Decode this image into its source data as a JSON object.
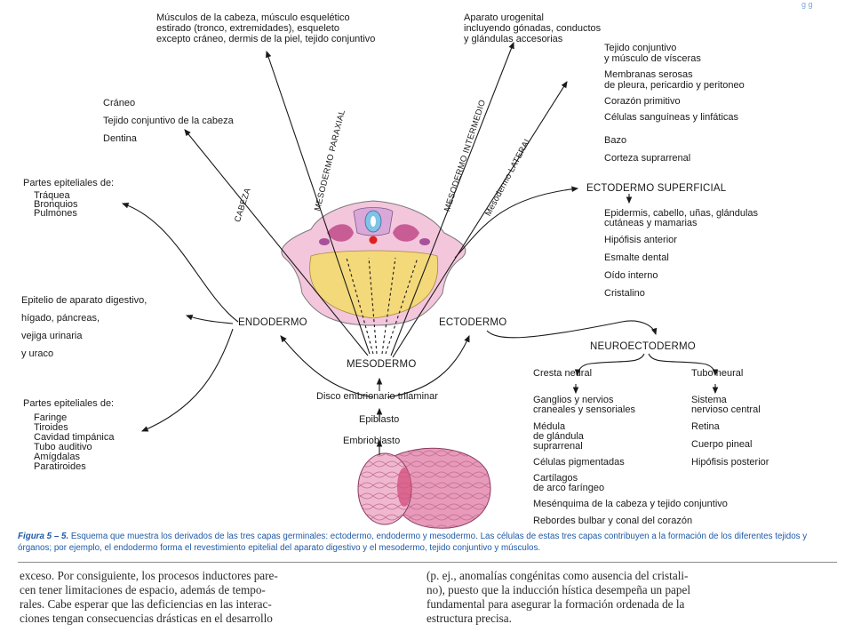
{
  "corner_mark": "g g",
  "top_left": {
    "muscles": [
      "Músculos de la cabeza, músculo esquelético",
      "estirado (tronco, extremidades), esqueleto",
      "excepto cráneo, dermis de la piel, tejido conjuntivo"
    ],
    "head": [
      "Cráneo",
      "Tejido conjuntivo de la cabeza",
      "Dentina"
    ]
  },
  "top_right": {
    "urogenital": [
      "Aparato urogenital",
      "incluyendo gónadas, conductos",
      "y glándulas accesorias"
    ],
    "lateral": [
      "Tejido conjuntivo",
      "y músculo de vísceras",
      "Membranas serosas",
      "de pleura, pericardio y peritoneo",
      "Corazón primitivo",
      "Células sanguíneas y linfáticas",
      "Bazo",
      "Corteza suprarrenal"
    ]
  },
  "left": {
    "respiratory": [
      "Partes epiteliales de:",
      "Tráquea",
      "Bronquios",
      "Pulmones"
    ],
    "digestive": [
      "Epitelio de aparato digestivo,",
      "hígado, páncreas,",
      "vejiga urinaria",
      "y uraco"
    ],
    "pharyngeal": [
      "Partes epiteliales de:",
      "Faringe",
      "Tiroides",
      "Cavidad timpánica",
      "Tubo auditivo",
      "Amígdalas",
      "Paratiroides"
    ]
  },
  "rotated": {
    "cabeza": "CABEZA",
    "paraxial": "MESODERMO PARAXIAL",
    "intermedio": "MESODERMO INTERMEDIO",
    "lateral": "Mesodermo LATERAL"
  },
  "center": {
    "endodermo": "ENDODERMO",
    "ectodermo": "ECTODERMO",
    "mesodermo": "MESODERMO",
    "disco": "Disco embrionario trilaminar",
    "epiblasto": "Epiblasto",
    "embrioblasto": "Embrioblasto"
  },
  "ectodermo_superficial": {
    "title": "ECTODERMO SUPERFICIAL",
    "items": [
      "Epidermis, cabello, uñas, glándulas",
      "cutáneas y mamarias",
      "Hipófisis anterior",
      "Esmalte dental",
      "Oído interno",
      "Cristalino"
    ]
  },
  "neuroectodermo": {
    "title": "NEUROECTODERMO",
    "cresta": "Cresta neural",
    "tubo": "Tubo neural",
    "cresta_items": [
      "Ganglios y nervios",
      "craneales y sensoriales",
      "Médula",
      "de glándula",
      "suprarrenal",
      "Células pigmentadas",
      "Cartílagos",
      "de arco faríngeo",
      "Mesénquima de la cabeza y tejido conjuntivo",
      "Rebordes bulbar y conal del corazón"
    ],
    "tubo_items": [
      "Sistema",
      "nervioso central",
      "Retina",
      "Cuerpo pineal",
      "Hipófisis posterior"
    ]
  },
  "caption": {
    "label": "Figura 5 – 5.",
    "text": " Esquema que muestra los derivados de las tres capas germinales: ectodermo, endodermo y mesodermo. Las células de estas tres capas contribuyen a la formación de los diferentes tejidos y órganos; por ejemplo, el endodermo forma el revestimiento epitelial del aparato digestivo y el mesodermo, tejido conjuntivo y músculos."
  },
  "body_text": {
    "left": [
      "exceso. Por consiguiente, los procesos inductores pare-",
      "cen tener limitaciones de espacio, además de tempo-",
      "rales. Cabe esperar que las deficiencias en las interac-",
      "ciones tengan consecuencias drásticas en el desarrollo"
    ],
    "right": [
      "(p. ej., anomalías congénitas como ausencia del cristali-",
      "no), puesto que la inducción hística desempeña un papel",
      "fundamental para asegurar la formación ordenada de la",
      "estructura precisa."
    ]
  },
  "colors": {
    "arrow": "#1a1a1a",
    "embryo_pink": "#f3c6dc",
    "yolk": "#f4d97a",
    "neural_tube": "#7fc3e6",
    "somite": "#c04a8a",
    "blastocyst": "#e79ab9",
    "caption": "#1d5aa8"
  }
}
